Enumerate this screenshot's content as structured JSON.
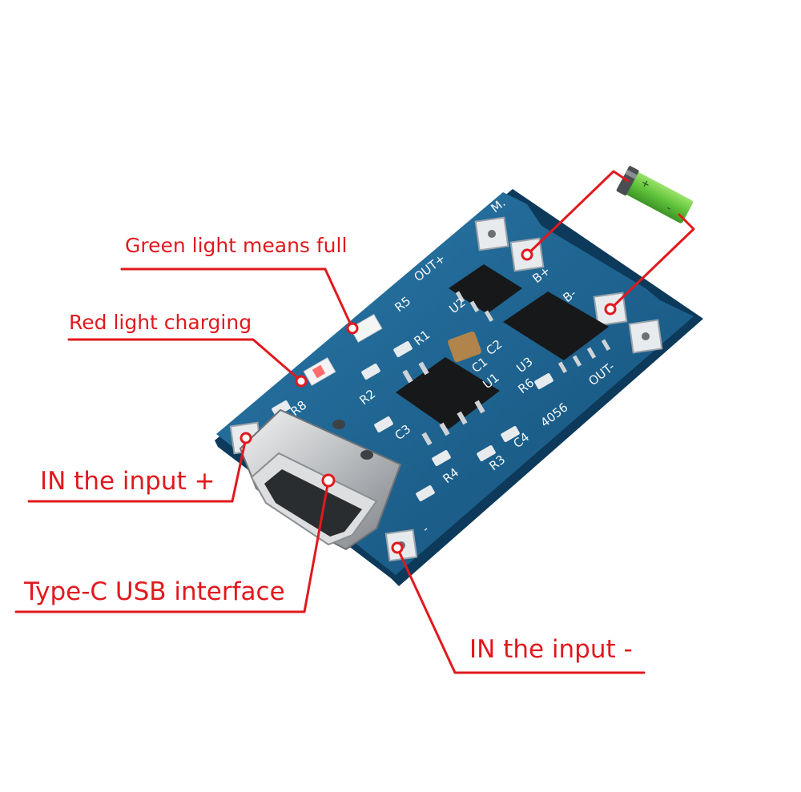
{
  "callouts": {
    "green_light": "Green light means full",
    "red_light": "Red light charging",
    "input_plus": "IN the input +",
    "usb": "Type-C  USB interface",
    "input_minus": "IN the input -"
  },
  "board_labels": {
    "out_plus": "OUT+",
    "out_minus": "OUT-",
    "b_plus": "B+",
    "b_minus": "B-",
    "m": "M.",
    "chip": "4056",
    "plus": "+",
    "minus": "-",
    "r1": "R1",
    "r2": "R2",
    "r3": "R3",
    "r4": "R4",
    "r5": "R5",
    "r6": "R6",
    "r8": "R8",
    "c1": "C1",
    "c2": "C2",
    "c3": "C3",
    "c4": "C4",
    "u1": "U1",
    "u2": "U2",
    "u3": "U3"
  },
  "colors": {
    "callout_red": "#e0191e",
    "board_blue": "#1a5f8c",
    "battery_green": "#5fc23a"
  }
}
